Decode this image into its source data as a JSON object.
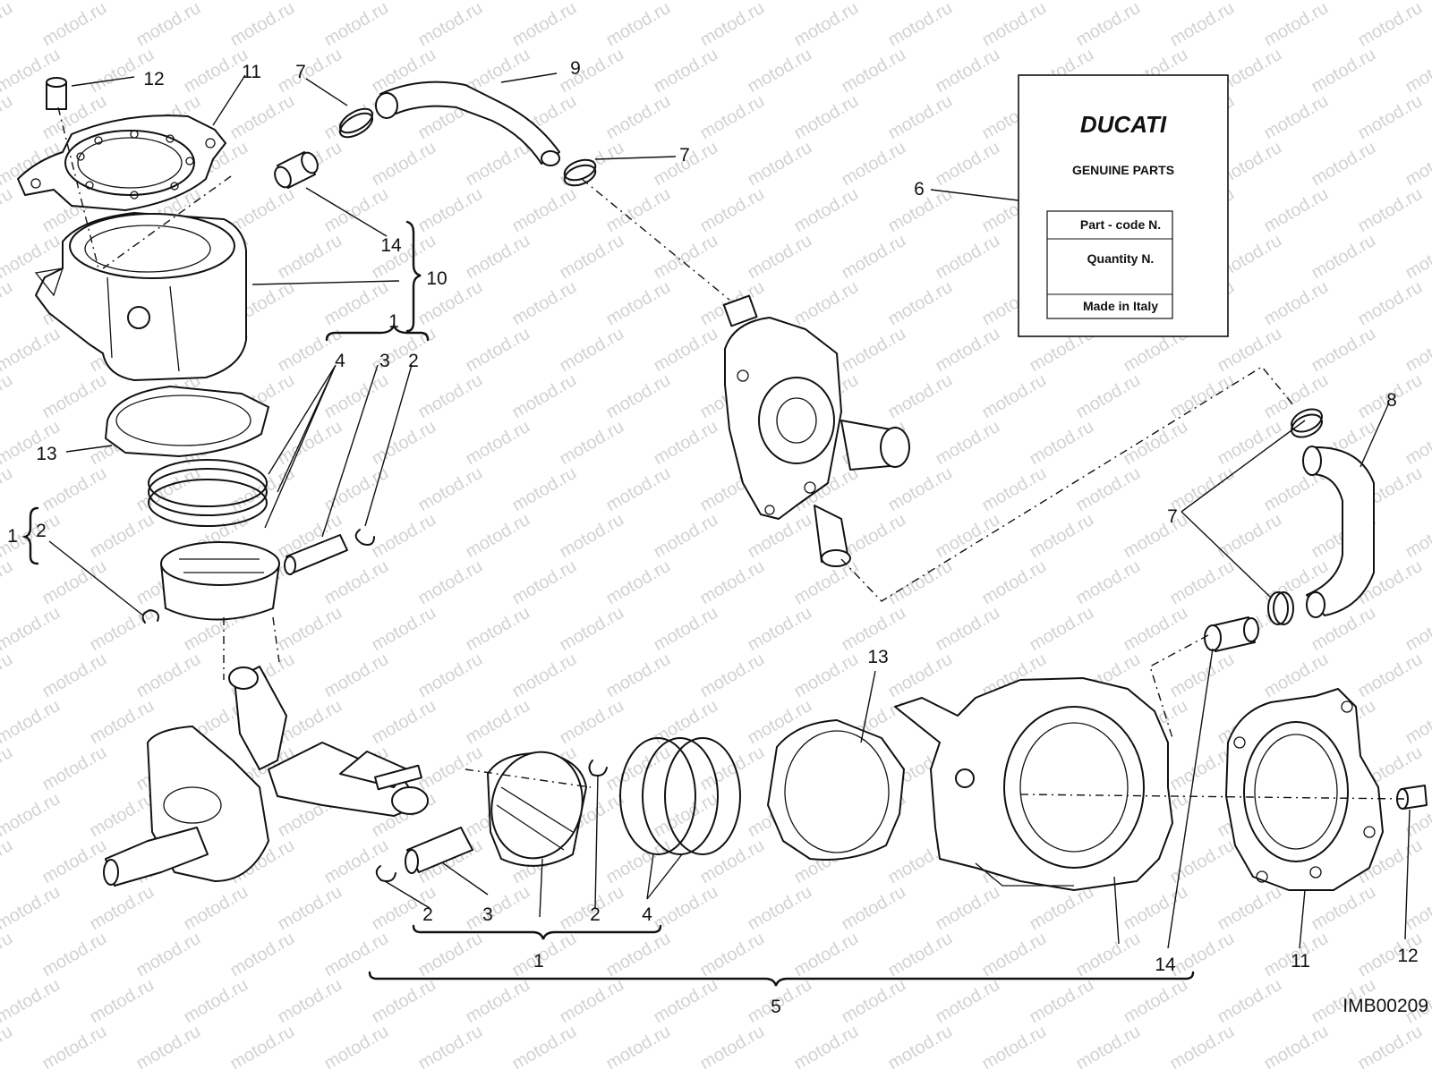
{
  "watermark": "motod.ru",
  "figure_code": "IMB00209",
  "label_box": {
    "brand": "DUCATI",
    "subtitle": "GENUINE PARTS",
    "row1": "Part - code N.",
    "row2": "Quantity N.",
    "row3": "Made in Italy"
  },
  "callouts": {
    "c12_top": "12",
    "c11_top": "11",
    "c7_top": "7",
    "c9": "9",
    "c7_hose": "7",
    "c6": "6",
    "c14_top": "14",
    "c10": "10",
    "c1_top": "1",
    "c4_top": "4",
    "c3_top": "3",
    "c2_top": "2",
    "c13_top": "13",
    "c1_left": "1",
    "c2_left": "2",
    "c8": "8",
    "c7_right": "7",
    "c13_bottom": "13",
    "c2_bot_left": "2",
    "c3_bot": "3",
    "c2_bot_right": "2",
    "c4_bot": "4",
    "c1_bot": "1",
    "c14_bot": "14",
    "c11_bot": "11",
    "c12_bot": "12",
    "c5": "5"
  }
}
